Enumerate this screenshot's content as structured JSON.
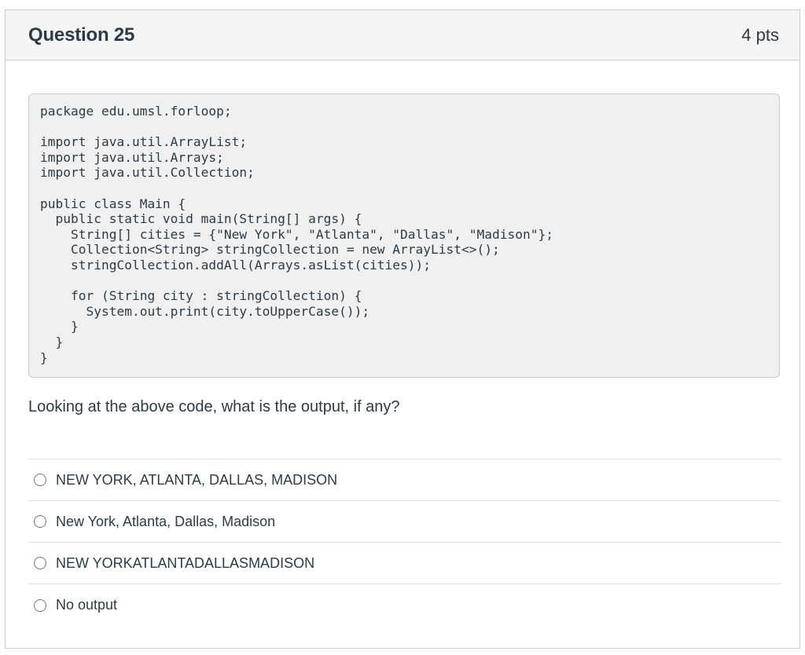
{
  "question": {
    "title": "Question 25",
    "points": "4 pts",
    "code": "package edu.umsl.forloop;\n\nimport java.util.ArrayList;\nimport java.util.Arrays;\nimport java.util.Collection;\n\npublic class Main {\n  public static void main(String[] args) {\n    String[] cities = {\"New York\", \"Atlanta\", \"Dallas\", \"Madison\"};\n    Collection<String> stringCollection = new ArrayList<>();\n    stringCollection.addAll(Arrays.asList(cities));\n\n    for (String city : stringCollection) {\n      System.out.print(city.toUpperCase());\n    }\n  }\n}",
    "prompt": "Looking at the above code, what is the output, if any?",
    "answers": [
      {
        "label": "NEW YORK, ATLANTA, DALLAS, MADISON"
      },
      {
        "label": "New York, Atlanta, Dallas, Madison"
      },
      {
        "label": "NEW YORKATLANTADALLASMADISON"
      },
      {
        "label": "No output"
      }
    ]
  }
}
